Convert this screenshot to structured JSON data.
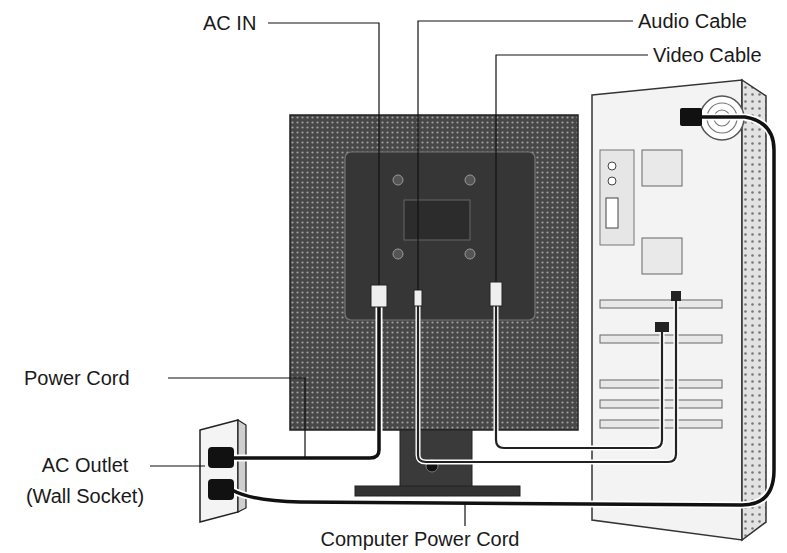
{
  "diagram": {
    "labels": [
      "AC IN",
      "Audio Cable",
      "Video Cable",
      "Power Cord",
      "AC Outlet (Wall Socket)",
      "Computer Power Cord"
    ]
  }
}
